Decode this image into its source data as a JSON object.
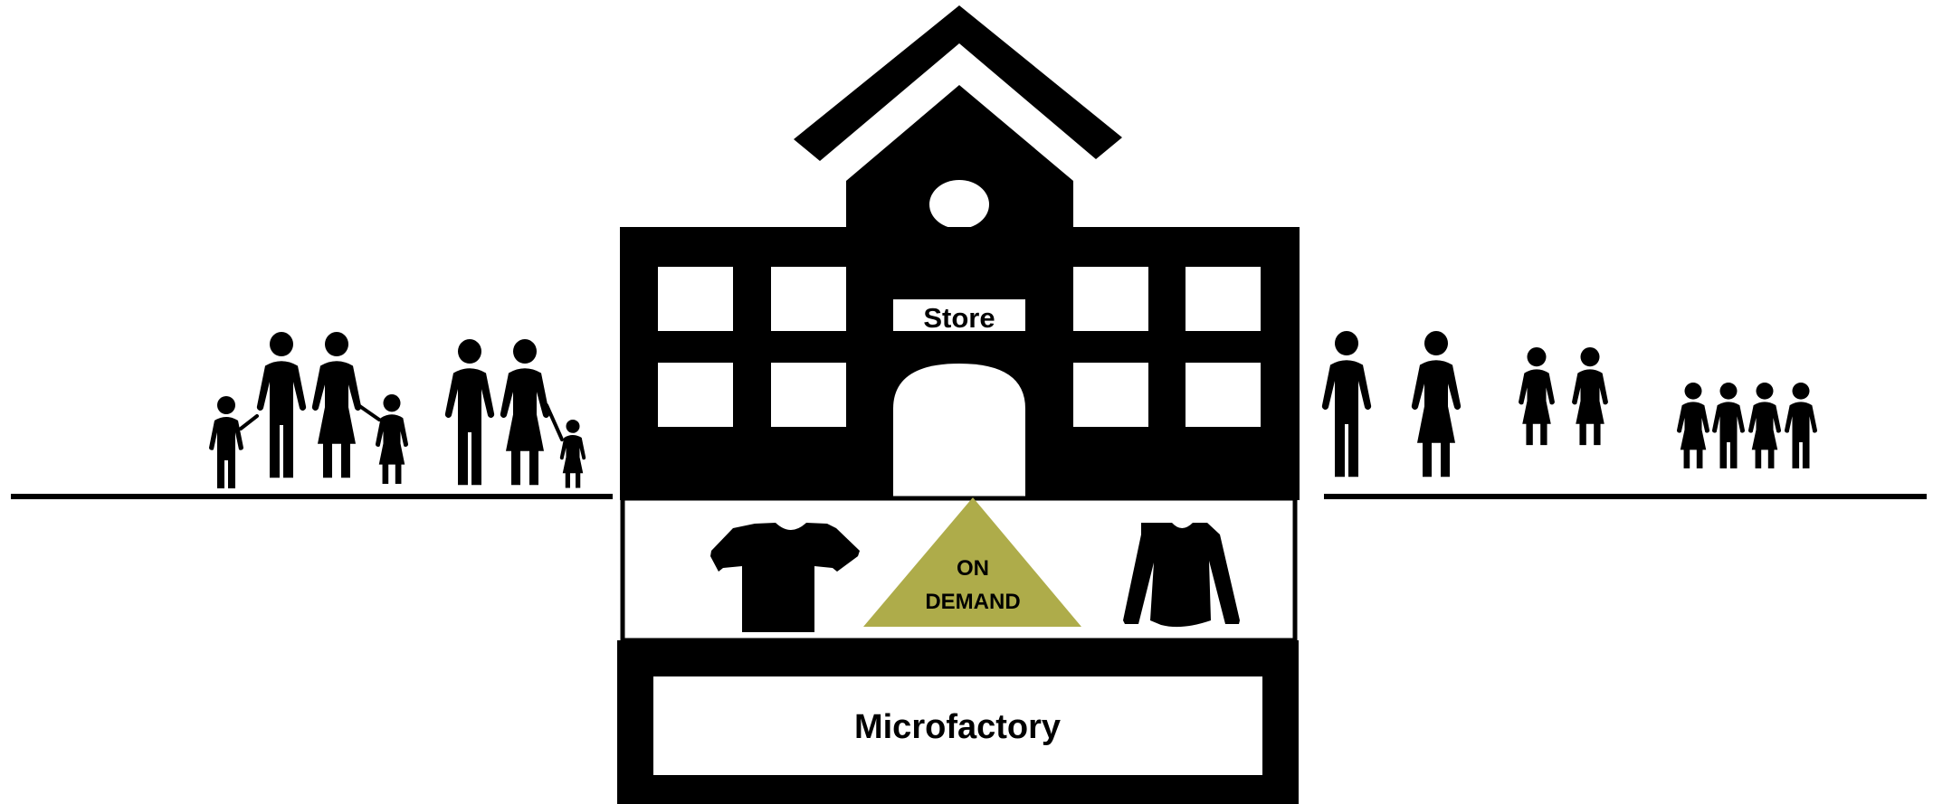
{
  "labels": {
    "store": "Store",
    "on_demand_line1": "ON",
    "on_demand_line2": "DEMAND",
    "microfactory": "Microfactory"
  },
  "colors": {
    "ink": "#000000",
    "background": "#ffffff",
    "on_demand_triangle": "#aeac4a"
  },
  "icons": {
    "garment_left": "t-shirt-icon",
    "garment_right": "long-sleeve-shirt-icon",
    "people_left": "family-group-icon",
    "people_right": "adults-and-children-group-icon"
  }
}
